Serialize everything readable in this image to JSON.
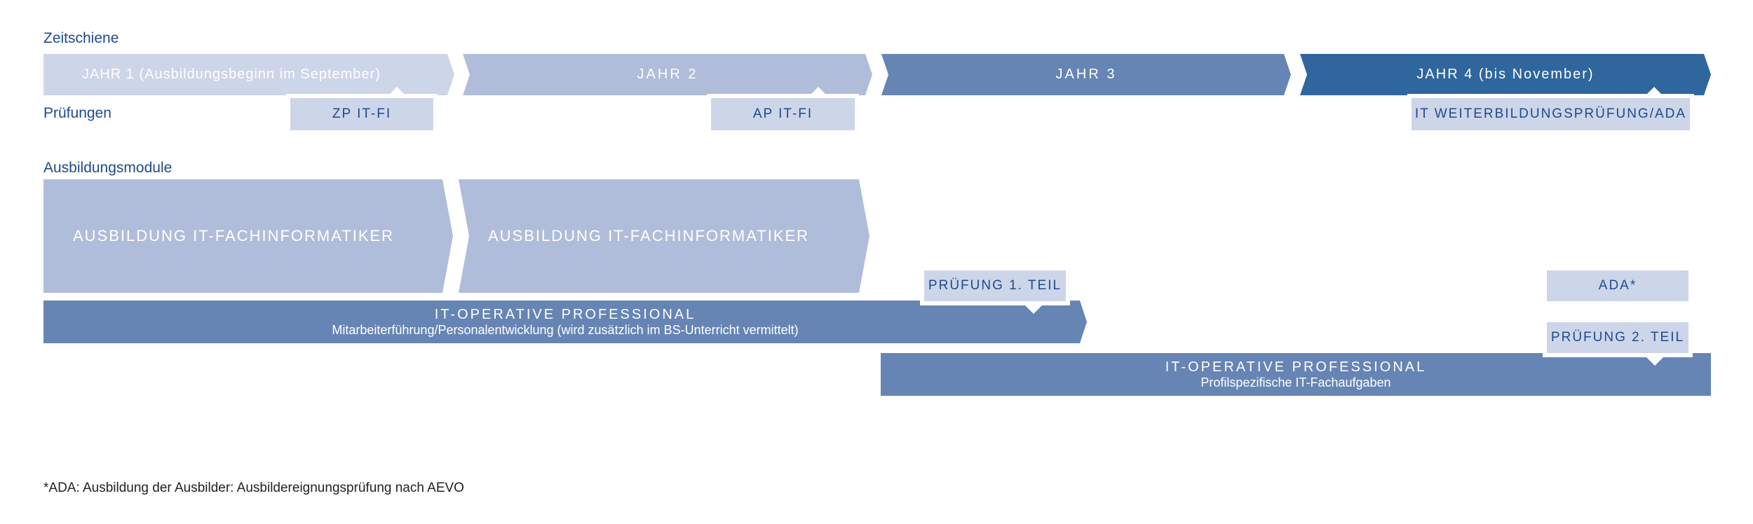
{
  "labels": {
    "timeline": "Zeitschiene",
    "exams": "Prüfungen",
    "modules": "Ausbildungsmodule"
  },
  "years": [
    {
      "label": "JAHR 1 (Ausbildungsbeginn im September)"
    },
    {
      "label": "JAHR 2"
    },
    {
      "label": "JAHR 3"
    },
    {
      "label": "JAHR 4 (bis November)"
    }
  ],
  "exams": [
    {
      "label": "ZP IT-FI"
    },
    {
      "label": "AP IT-FI"
    },
    {
      "label": "IT WEITERBILDUNGSPRÜFUNG/ADA"
    }
  ],
  "modules": [
    {
      "label": "AUSBILDUNG IT-FACHINFORMATIKER"
    },
    {
      "label": "AUSBILDUNG IT-FACHINFORMATIKER"
    }
  ],
  "operative": [
    {
      "title": "IT-OPERATIVE PROFESSIONAL",
      "subtitle": "Mitarbeiterführung/Personalentwicklung (wird zusätzlich im BS-Unterricht vermittelt)"
    },
    {
      "title": "IT-OPERATIVE PROFESSIONAL",
      "subtitle": "Profilspezifische IT-Fachaufgaben"
    }
  ],
  "milestones": {
    "part1": "PRÜFUNG 1. TEIL",
    "ada": "ADA*",
    "part2": "PRÜFUNG 2. TEIL"
  },
  "footnote": "*ADA: Ausbildung der Ausbilder: Ausbildereignungsprüfung nach AEVO",
  "colors": {
    "light": "#cdd5e9",
    "mid": "#b0bdda",
    "medium": "#6685b5",
    "dark": "#2e669d",
    "text": "#1d4b8b"
  }
}
